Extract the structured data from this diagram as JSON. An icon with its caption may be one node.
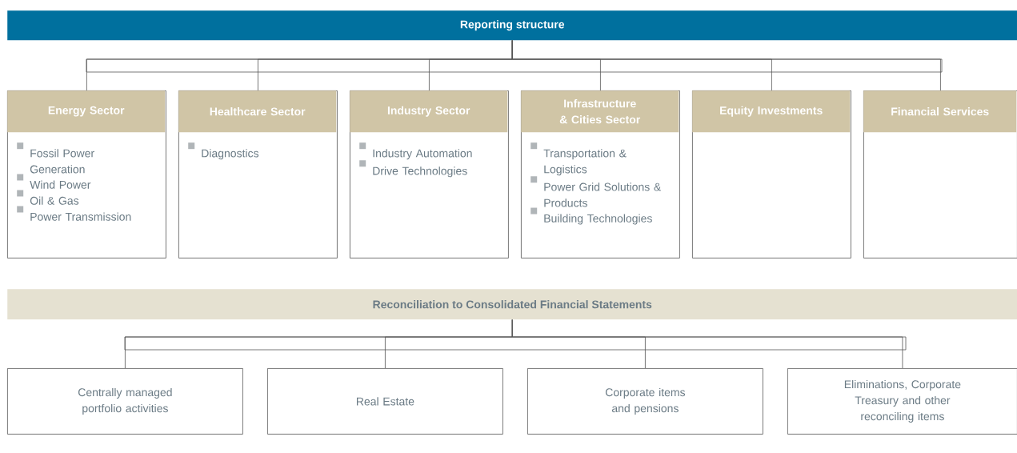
{
  "diagram": {
    "nodes": [
      {
        "text": [
          "Reporting structure"
        ]
      },
      {
        "text": [
          "Energy Sector",
          "Fossil Power Generation",
          "Wind Power",
          "Oil & Gas",
          "Power Transmission"
        ]
      },
      {
        "text": [
          "Healthcare Sector",
          "Diagnostics"
        ]
      },
      {
        "text": [
          "Industry Sector",
          "Industry Automation",
          "Drive Technologies"
        ]
      },
      {
        "text": [
          "Infrastructure & Cities Sector",
          "Transportation & Logistics",
          "Power Grid Solutions & Products",
          "Building Technologies"
        ]
      },
      {
        "text": [
          "Equity Investments"
        ]
      },
      {
        "text": [
          "Financial Services"
        ]
      },
      {
        "text": [
          "Reconciliation to Consolidated Financial Statements"
        ]
      },
      {
        "text": [
          "Centrally managed portfolio activities"
        ]
      },
      {
        "text": [
          "Real Estate"
        ]
      },
      {
        "text": [
          "Corporate items and pensions"
        ]
      },
      {
        "text": [
          "Eliminations, Corporate Treasury and other reconciling items"
        ]
      }
    ],
    "edges": [
      {
        "from": 0,
        "to": 1,
        "arrow": "none"
      },
      {
        "from": 0,
        "to": 2,
        "arrow": "none"
      },
      {
        "from": 0,
        "to": 3,
        "arrow": "none"
      },
      {
        "from": 0,
        "to": 4,
        "arrow": "none"
      },
      {
        "from": 0,
        "to": 5,
        "arrow": "none"
      },
      {
        "from": 0,
        "to": 6,
        "arrow": "none"
      },
      {
        "from": 7,
        "to": 8,
        "arrow": "none"
      },
      {
        "from": 7,
        "to": 9,
        "arrow": "none"
      },
      {
        "from": 7,
        "to": 10,
        "arrow": "none"
      },
      {
        "from": 7,
        "to": 11,
        "arrow": "none"
      }
    ]
  }
}
